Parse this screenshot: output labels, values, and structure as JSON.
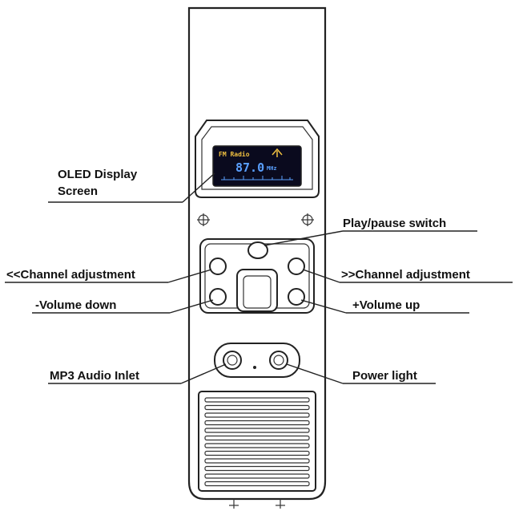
{
  "labels": {
    "oled_line1": "OLED Display",
    "oled_line2": "Screen",
    "play_pause": "Play/pause switch",
    "channel_prev": "<<Channel adjustment",
    "channel_next": ">>Channel adjustment",
    "volume_down": "-Volume down",
    "volume_up": "+Volume up",
    "audio_inlet": "MP3 Audio Inlet",
    "power_light": "Power light"
  },
  "oled": {
    "mode": "FM Radio",
    "frequency": "87.0",
    "unit": "MHz"
  },
  "colors": {
    "line": "#222222",
    "screen_bg": "#0a0a1e",
    "screen_text": "#5aa0ff",
    "screen_header": "#f0c040"
  }
}
